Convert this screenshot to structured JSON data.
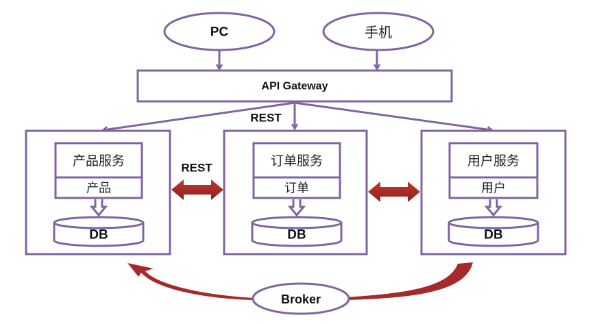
{
  "clients": [
    {
      "label": "PC"
    },
    {
      "label": "手机"
    }
  ],
  "gateway": {
    "label": "API Gateway"
  },
  "gateway_protocol": "REST",
  "inter_service_protocol": "REST",
  "services": [
    {
      "name": "产品服务",
      "entity": "产品",
      "db": "DB"
    },
    {
      "name": "订单服务",
      "entity": "订单",
      "db": "DB"
    },
    {
      "name": "用户服务",
      "entity": "用户",
      "db": "DB"
    }
  ],
  "broker": {
    "label": "Broker"
  },
  "colors": {
    "outline": "#8064a2",
    "arrow": "#a52a2a"
  }
}
